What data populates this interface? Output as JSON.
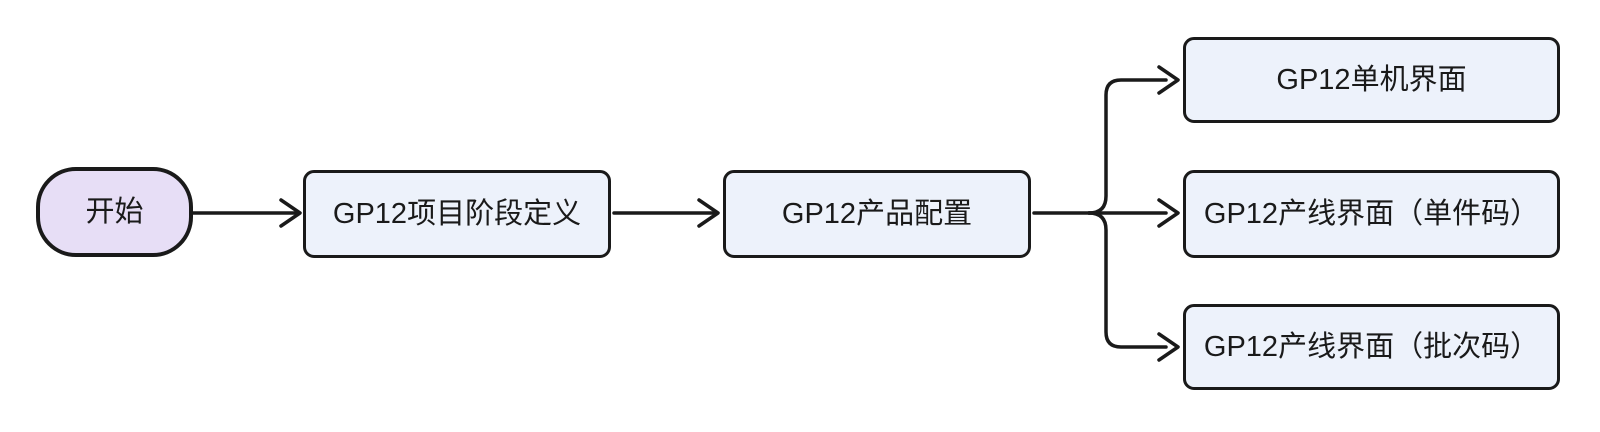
{
  "diagram": {
    "type": "flowchart",
    "direction": "left-to-right",
    "nodes": [
      {
        "id": "start",
        "label": "开始",
        "shape": "stadium"
      },
      {
        "id": "phase-def",
        "label": "GP12项目阶段定义",
        "shape": "rect"
      },
      {
        "id": "product",
        "label": "GP12产品配置",
        "shape": "rect"
      },
      {
        "id": "standalone",
        "label": "GP12单机界面",
        "shape": "rect"
      },
      {
        "id": "line-unit",
        "label": "GP12产线界面（单件码）",
        "shape": "rect"
      },
      {
        "id": "line-batch",
        "label": "GP12产线界面（批次码）",
        "shape": "rect"
      }
    ],
    "edges": [
      {
        "from": "start",
        "to": "phase-def"
      },
      {
        "from": "phase-def",
        "to": "product"
      },
      {
        "from": "product",
        "to": "standalone"
      },
      {
        "from": "product",
        "to": "line-unit"
      },
      {
        "from": "product",
        "to": "line-batch"
      }
    ],
    "colors": {
      "stroke": "#1a1a1a",
      "start_fill": "#e7def6",
      "node_fill": "#edf2fb",
      "text": "#1a1a1a",
      "background": "#ffffff"
    }
  }
}
